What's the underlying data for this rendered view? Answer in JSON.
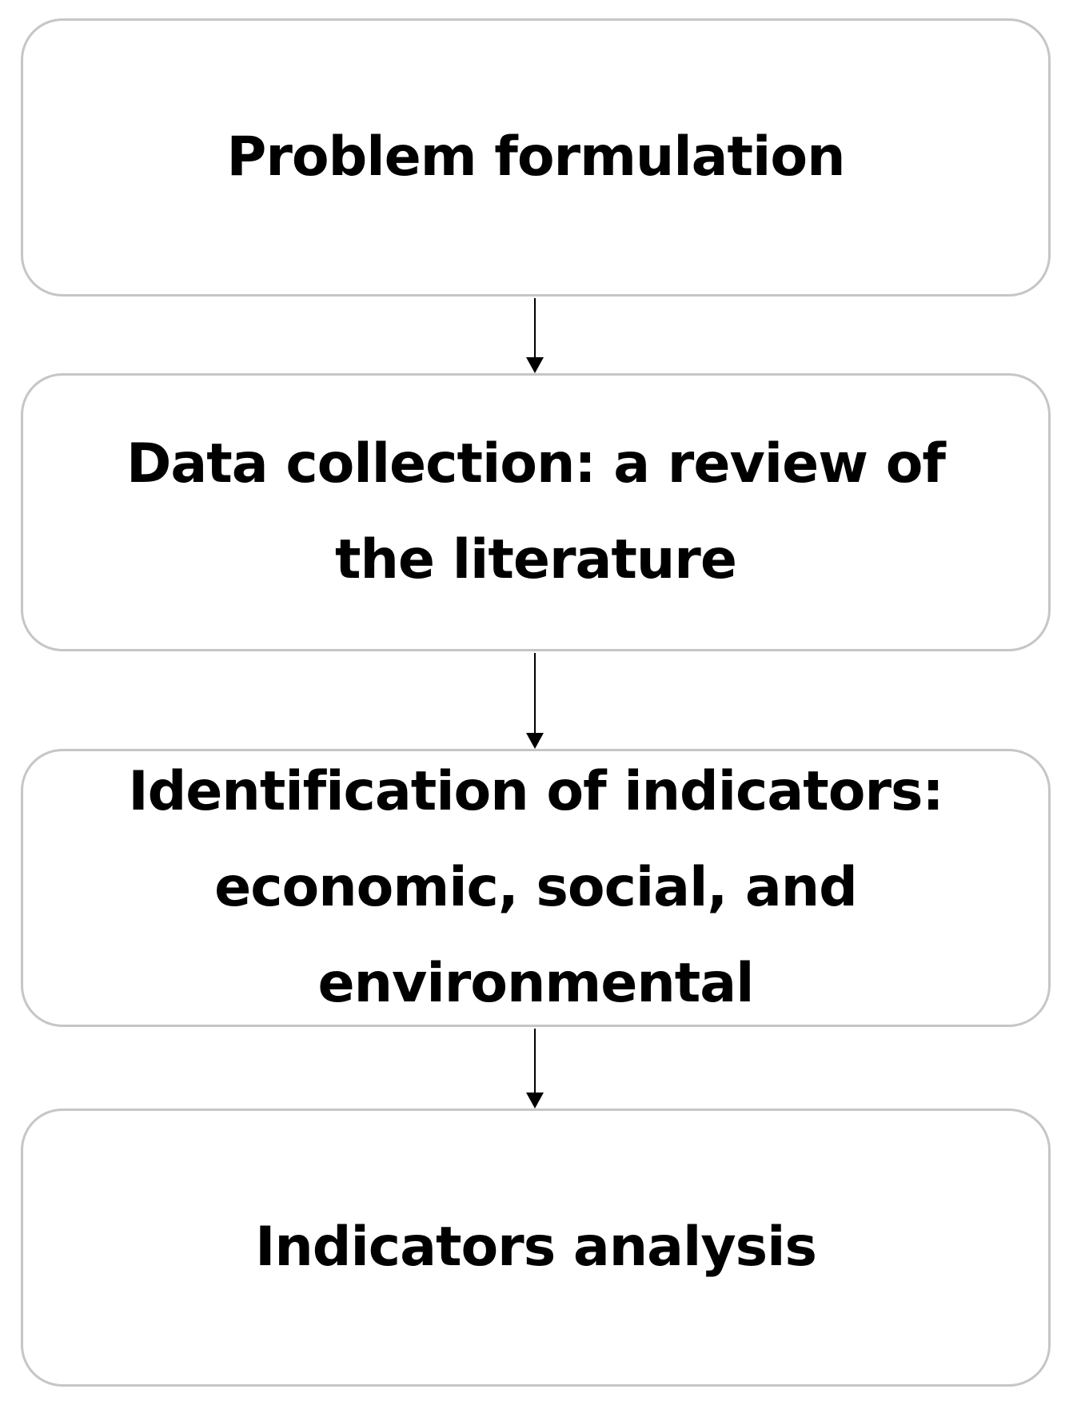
{
  "flowchart": {
    "steps": [
      {
        "label": "Problem formulation"
      },
      {
        "label": "Data collection: a review of the literature"
      },
      {
        "label": "Identification of indicators: economic, social, and environmental"
      },
      {
        "label": "Indicators analysis"
      }
    ],
    "colors": {
      "box_border": "#c6c6c6",
      "box_fill": "#ffffff",
      "text": "#000000",
      "arrow": "#000000"
    },
    "connector_icon": "arrow-down-icon"
  }
}
